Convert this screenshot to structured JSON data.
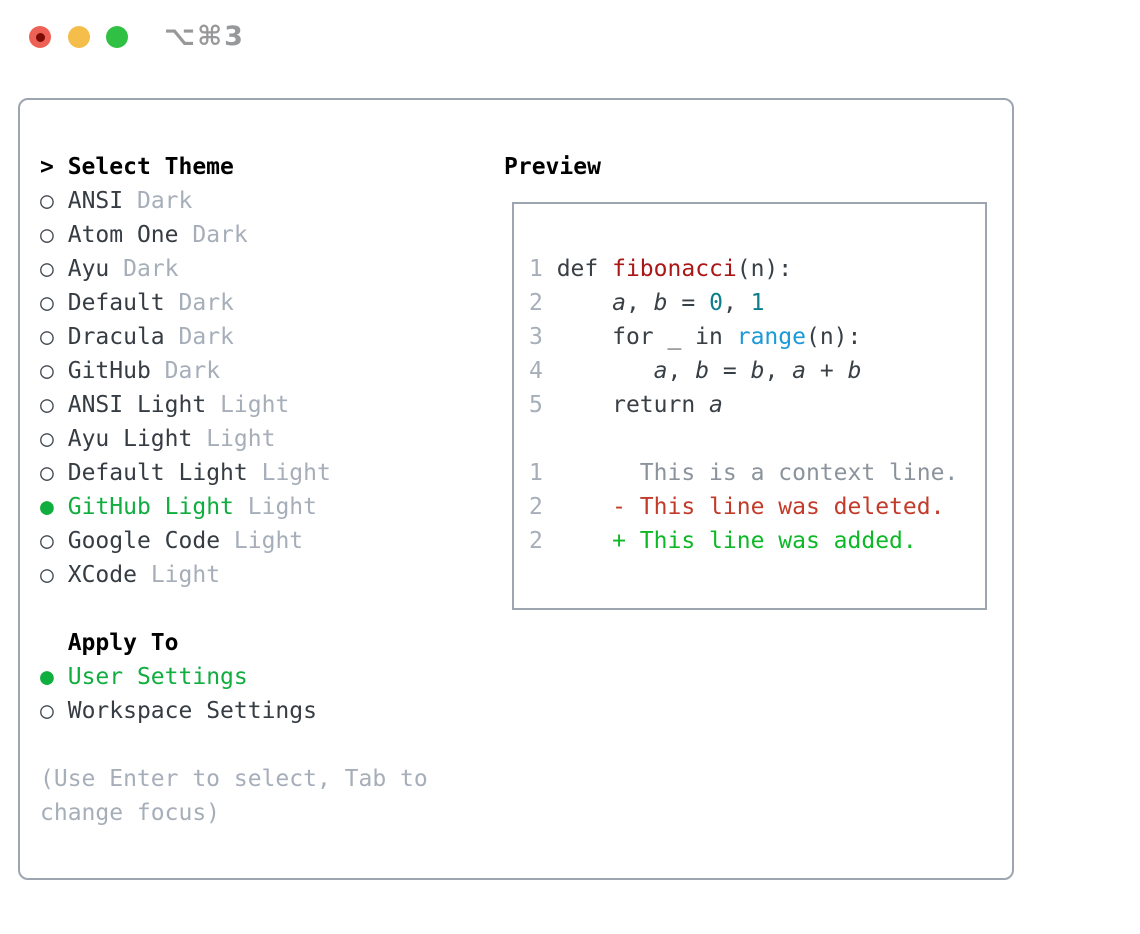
{
  "window": {
    "title": "⌥⌘3",
    "traffic_lights": [
      "close",
      "minimize",
      "zoom"
    ]
  },
  "colors": {
    "accent_green": "#10ad3f",
    "diff_added": "#0eb826",
    "diff_deleted": "#c23b2a",
    "syntax_function": "#a91716",
    "syntax_number": "#0d7d8c",
    "syntax_builtin": "#1b99d8",
    "text_primary": "#363c43",
    "text_code": "#383f45",
    "text_muted": "#a6aeb9",
    "text_linenum": "#a6aeb9",
    "text_context": "#8b939c",
    "circle": "#454c53",
    "border": "#9da6b0",
    "titlebar_text": "#97989a",
    "btn_red": "#ee6156",
    "btn_red_dot": "#7c0b06",
    "btn_yellow": "#f5bd4a",
    "btn_green": "#30c144"
  },
  "theme_menu": {
    "header": {
      "marker": ">",
      "label": "Select Theme"
    },
    "selected_marker": "●",
    "unselected_marker": "○",
    "items": [
      {
        "name": "ANSI",
        "variant": "Dark",
        "selected": false
      },
      {
        "name": "Atom One",
        "variant": "Dark",
        "selected": false
      },
      {
        "name": "Ayu",
        "variant": "Dark",
        "selected": false
      },
      {
        "name": "Default",
        "variant": "Dark",
        "selected": false
      },
      {
        "name": "Dracula",
        "variant": "Dark",
        "selected": false
      },
      {
        "name": "GitHub",
        "variant": "Dark",
        "selected": false
      },
      {
        "name": "ANSI Light",
        "variant": "Light",
        "selected": false
      },
      {
        "name": "Ayu Light",
        "variant": "Light",
        "selected": false
      },
      {
        "name": "Default Light",
        "variant": "Light",
        "selected": false
      },
      {
        "name": "GitHub Light",
        "variant": "Light",
        "selected": true
      },
      {
        "name": "Google Code",
        "variant": "Light",
        "selected": false
      },
      {
        "name": "XCode",
        "variant": "Light",
        "selected": false
      }
    ]
  },
  "apply_to": {
    "header": "Apply To",
    "items": [
      {
        "name": "User Settings",
        "selected": true
      },
      {
        "name": "Workspace Settings",
        "selected": false
      }
    ]
  },
  "hint": "(Use Enter to select, Tab to change focus)",
  "preview": {
    "header": "Preview",
    "code_lines": [
      [
        {
          "t": "1",
          "c": "ln"
        },
        {
          "t": " def ",
          "c": "code"
        },
        {
          "t": "fibonacci",
          "c": "fn"
        },
        {
          "t": "(n):",
          "c": "code"
        }
      ],
      [
        {
          "t": "2",
          "c": "ln"
        },
        {
          "t": "     ",
          "c": "code"
        },
        {
          "t": "a",
          "c": "var"
        },
        {
          "t": ", ",
          "c": "code"
        },
        {
          "t": "b",
          "c": "var"
        },
        {
          "t": " = ",
          "c": "code"
        },
        {
          "t": "0",
          "c": "num"
        },
        {
          "t": ", ",
          "c": "code"
        },
        {
          "t": "1",
          "c": "num"
        }
      ],
      [
        {
          "t": "3",
          "c": "ln"
        },
        {
          "t": "     for _ in ",
          "c": "code"
        },
        {
          "t": "range",
          "c": "builtin"
        },
        {
          "t": "(n):",
          "c": "code"
        }
      ],
      [
        {
          "t": "4",
          "c": "ln"
        },
        {
          "t": "        ",
          "c": "code"
        },
        {
          "t": "a",
          "c": "var"
        },
        {
          "t": ", ",
          "c": "code"
        },
        {
          "t": "b",
          "c": "var"
        },
        {
          "t": " = ",
          "c": "code"
        },
        {
          "t": "b",
          "c": "var"
        },
        {
          "t": ", ",
          "c": "code"
        },
        {
          "t": "a",
          "c": "var"
        },
        {
          "t": " + ",
          "c": "code"
        },
        {
          "t": "b",
          "c": "var"
        }
      ],
      [
        {
          "t": "5",
          "c": "ln"
        },
        {
          "t": "     return ",
          "c": "code"
        },
        {
          "t": "a",
          "c": "var"
        }
      ]
    ],
    "diff_lines": [
      [
        {
          "t": "1",
          "c": "ln"
        },
        {
          "t": "       This is a context line.",
          "c": "ctx"
        }
      ],
      [
        {
          "t": "2",
          "c": "ln"
        },
        {
          "t": "     ",
          "c": "plain"
        },
        {
          "t": "- This line was deleted.",
          "c": "del"
        }
      ],
      [
        {
          "t": "2",
          "c": "ln"
        },
        {
          "t": "     ",
          "c": "plain"
        },
        {
          "t": "+ This line was added.",
          "c": "add"
        }
      ]
    ]
  }
}
